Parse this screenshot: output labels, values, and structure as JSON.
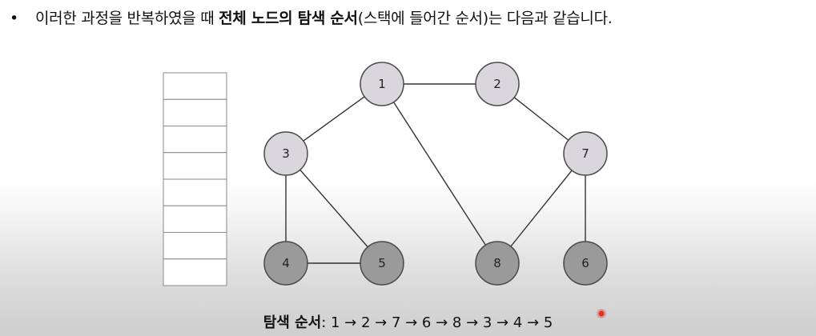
{
  "header": {
    "bullet": "•",
    "text_before": "이러한 과정을 반복하였을 때 ",
    "text_bold": "전체 노드의 탐색 순서",
    "text_after": "(스택에 들어간 순서)는 다음과 같습니다."
  },
  "stack": {
    "cell_count": 8
  },
  "graph": {
    "nodes": [
      {
        "id": "1",
        "label": "1",
        "fill": "#d9d7dc"
      },
      {
        "id": "2",
        "label": "2",
        "fill": "#d9d7dc"
      },
      {
        "id": "3",
        "label": "3",
        "fill": "#d9d7dc"
      },
      {
        "id": "7",
        "label": "7",
        "fill": "#d9d7dc"
      },
      {
        "id": "4",
        "label": "4",
        "fill": "#9a9a9a"
      },
      {
        "id": "5",
        "label": "5",
        "fill": "#9a9a9a"
      },
      {
        "id": "8",
        "label": "8",
        "fill": "#9a9a9a"
      },
      {
        "id": "6",
        "label": "6",
        "fill": "#9a9a9a"
      }
    ],
    "edges": [
      [
        "1",
        "2"
      ],
      [
        "1",
        "3"
      ],
      [
        "1",
        "8"
      ],
      [
        "2",
        "7"
      ],
      [
        "3",
        "4"
      ],
      [
        "3",
        "5"
      ],
      [
        "4",
        "5"
      ],
      [
        "7",
        "8"
      ],
      [
        "7",
        "6"
      ]
    ],
    "node_stroke": "#4a4a4a",
    "edge_color": "#333333"
  },
  "footer": {
    "label": "탐색 순서",
    "sequence": ": 1 → 2 → 7 → 6 → 8 → 3 → 4 → 5"
  }
}
